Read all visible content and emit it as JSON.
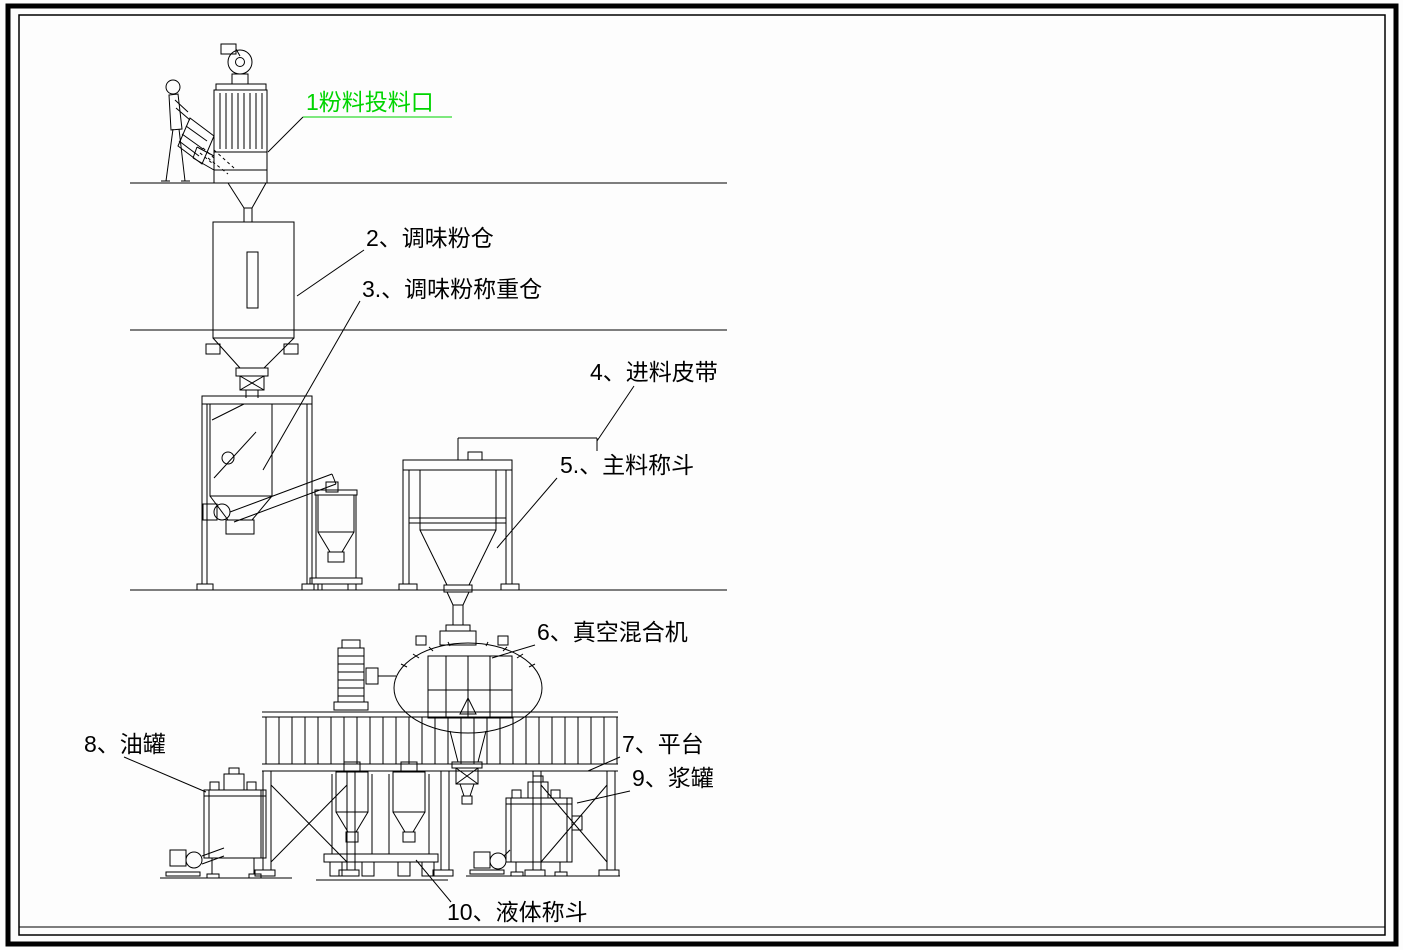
{
  "drawing": {
    "type": "equipment-schematic",
    "background": "#fdfdfd",
    "line_color": "#000000"
  },
  "labels": [
    {
      "text": "1粉料投料口",
      "color": "#00d400"
    },
    {
      "text": "2、调味粉仓"
    },
    {
      "text": "3.、调味粉称重仓"
    },
    {
      "text": "4、进料皮带"
    },
    {
      "text": "5.、主料称斗"
    },
    {
      "text": "6、真空混合机"
    },
    {
      "text": "7、平台"
    },
    {
      "text": "8、油罐"
    },
    {
      "text": "9、浆罐"
    },
    {
      "text": "10、液体称斗"
    }
  ]
}
